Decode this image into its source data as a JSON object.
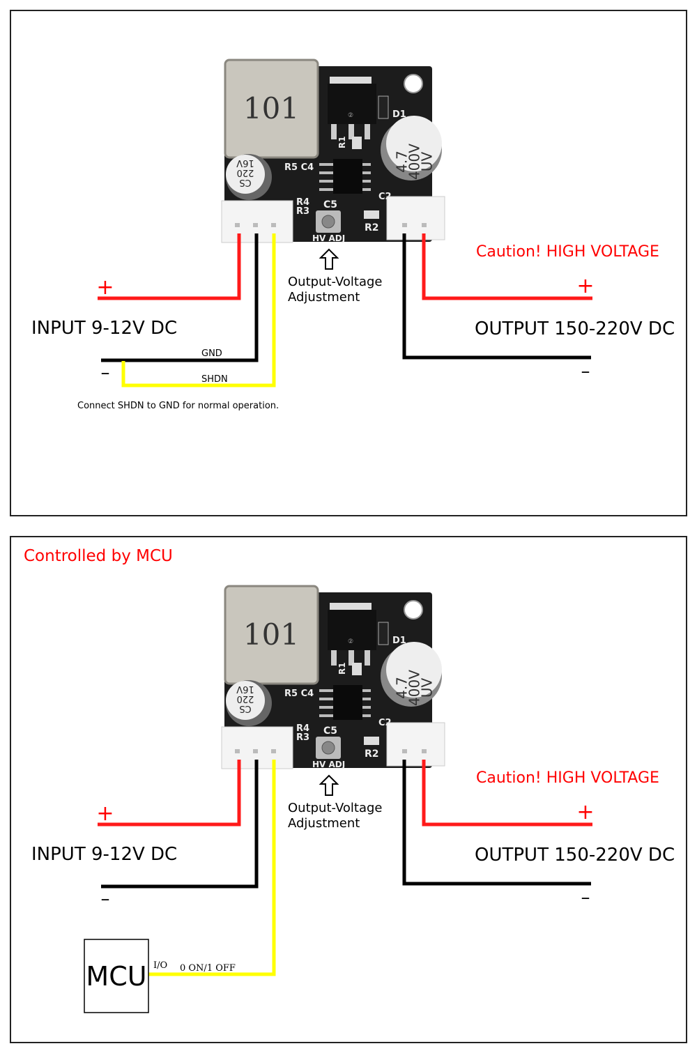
{
  "colors": {
    "red": "#ff1a1a",
    "black": "#000000",
    "yellow": "#ffff00",
    "caution": "#ff0000",
    "pcb": "#1c1c1c"
  },
  "pcb": {
    "inductor_marking": "101",
    "big_cap_marking": [
      "4.7",
      "400V",
      "UV"
    ],
    "small_cap_marking": [
      "16V",
      "220",
      "CS"
    ],
    "silkscreen": {
      "d1": "D1",
      "r1": "R1",
      "r5c4": "R5 C4",
      "r4": "R4",
      "r3": "R3",
      "c5": "C5",
      "c2": "C2",
      "r2": "R2",
      "hv_adj": "HV ADJ",
      "transistor": "②"
    }
  },
  "panels": [
    {
      "title": "",
      "input_plus": "+",
      "input_label": "INPUT 9-12V DC",
      "input_minus": "–",
      "gnd_label": "GND",
      "shdn_label": "SHDN",
      "note": "Connect SHDN to GND for normal operation.",
      "adjust_label_1": "Output-Voltage",
      "adjust_label_2": "Adjustment",
      "caution": "Caution! HIGH VOLTAGE",
      "output_plus": "+",
      "output_label": "OUTPUT 150-220V DC",
      "output_minus": "–"
    },
    {
      "title": "Controlled by MCU",
      "input_plus": "+",
      "input_label": "INPUT 9-12V DC",
      "input_minus": "–",
      "adjust_label_1": "Output-Voltage",
      "adjust_label_2": "Adjustment",
      "caution": "Caution! HIGH VOLTAGE",
      "output_plus": "+",
      "output_label": "OUTPUT 150-220V DC",
      "output_minus": "–",
      "mcu_label": "MCU",
      "io_label": "I/O",
      "io_state": "0 ON/1 OFF"
    }
  ]
}
